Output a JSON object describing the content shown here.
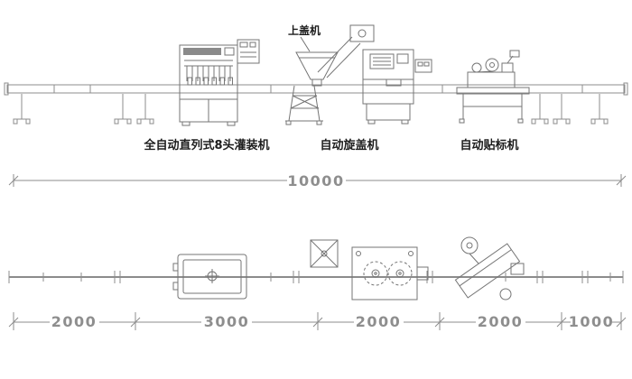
{
  "diagram": {
    "elevation": {
      "filling_label": "全自动直列式8头灌装机",
      "cap_feeder_label": "上盖机",
      "capping_label": "自动旋盖机",
      "labeling_label": "自动贴标机"
    },
    "dimensions": {
      "total": "10000",
      "segments": [
        "2000",
        "3000",
        "2000",
        "2000",
        "1000"
      ]
    }
  }
}
